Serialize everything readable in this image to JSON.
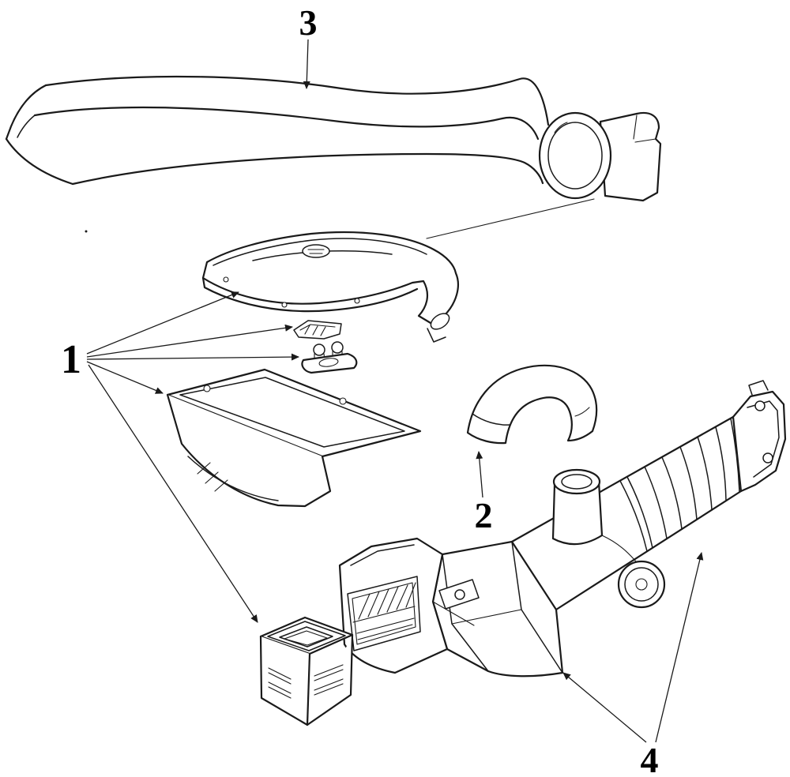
{
  "diagram": {
    "type": "exploded-parts-diagram",
    "subject": "air-intake-components",
    "callouts": [
      {
        "id": "callout-1",
        "label": "1"
      },
      {
        "id": "callout-2",
        "label": "2"
      },
      {
        "id": "callout-3",
        "label": "3"
      },
      {
        "id": "callout-4",
        "label": "4"
      }
    ],
    "colors": {
      "line": "#1a1a1a",
      "background": "#ffffff"
    }
  }
}
